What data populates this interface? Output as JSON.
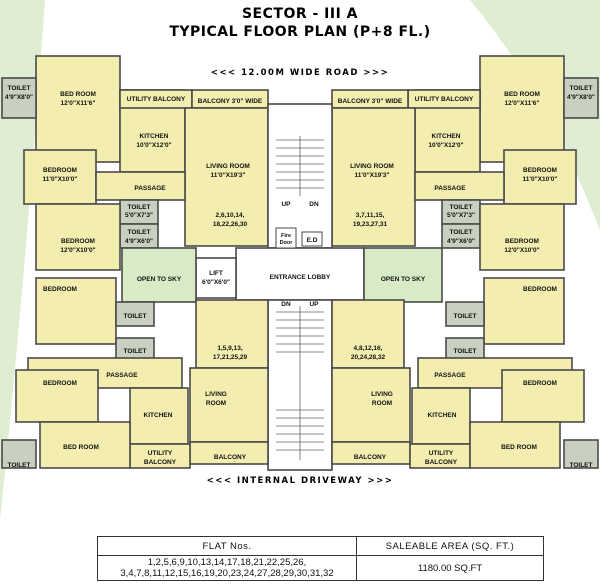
{
  "header": {
    "sector": "SECTOR - III A",
    "plan_title": "TYPICAL  FLOOR  PLAN (P+8 FL.)"
  },
  "roads": {
    "top": "<<< 12.00M WIDE ROAD >>>",
    "bottom": "<<< INTERNAL DRIVEWAY >>>"
  },
  "colors": {
    "flat_fill": "#f4edb0",
    "wet_fill": "#c9d0c0",
    "open_sky_fill": "#d6ebc6",
    "greenery": "#dfeed2",
    "wall": "#4a4a4a",
    "lobby_fill": "#ffffff"
  },
  "rooms": {
    "toilet": "TOILET",
    "bed_room": "BED ROOM",
    "bedroom": "BEDROOM",
    "utility_balcony": "UTILITY BALCONY",
    "utility": "UTILITY",
    "balcony": "BALCONY",
    "balcony_3": "BALCONY 3'0\" WIDE",
    "kitchen": "KITCHEN",
    "living_room": "LIVING ROOM",
    "living": "LIVING",
    "room": "ROOM",
    "passage": "PASSAGE",
    "open_to_sky": "OPEN TO SKY",
    "entrance_lobby": "ENTRANCE LOBBY",
    "lift": "LIFT",
    "fire": "Fire",
    "door": "Door",
    "ed": "E.D",
    "up": "UP",
    "dn": "DN"
  },
  "dimensions": {
    "toilet_small": "4'9\"X8'0\"",
    "bed_12_11_6": "12'0\"X11'6\"",
    "kitchen_10_12": "10'0\"X12'0\"",
    "living_11_19": "11'0\"X19'3\"",
    "bed_11_10": "11'0\"X10'0\"",
    "toilet_5_7": "5'0\"X7'3\"",
    "toilet_4_6": "4'9\"X6'0\"",
    "bed_12_10": "12'0\"X10'0\"",
    "lift": "6'0\"X6'0\""
  },
  "flat_groups": {
    "top_left": [
      "2,6,10,14,",
      "18,22,26,30"
    ],
    "top_right": [
      "3,7,11,15,",
      "19,23,27,31"
    ],
    "bottom_left": [
      "1,5,9,13,",
      "17,21,25,29"
    ],
    "bottom_right": [
      "4,8,12,16,",
      "20,24,28,32"
    ]
  },
  "table": {
    "col1_header": "FLAT Nos.",
    "col2_header": "SALEABLE AREA (SQ. FT.)",
    "flat_line1": "1,2,5,6,9,10,13,14,17,18,21,22,25,26,",
    "flat_line2": "3,4,7,8,11,12,15,16,19,20,23,24,27,28,29,30,31,32",
    "area": "1180.00 SQ.FT"
  }
}
